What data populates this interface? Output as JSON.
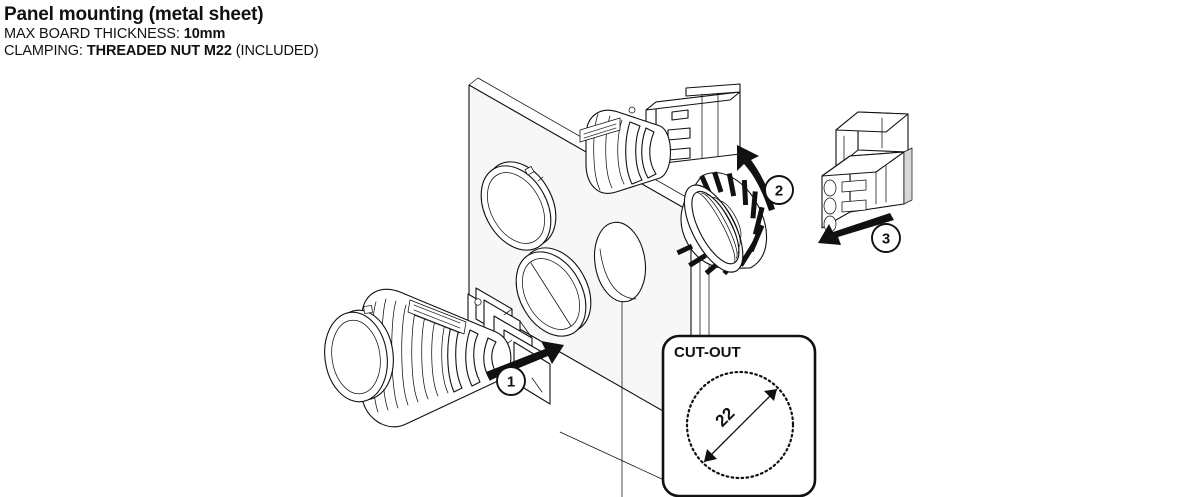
{
  "header": {
    "title": "Panel mounting (metal sheet)",
    "specs": [
      {
        "label": "MAX BOARD THICKNESS:",
        "value": "10mm",
        "suffix": ""
      },
      {
        "label": "CLAMPING:",
        "value": "THREADED NUT M22",
        "suffix": "(INCLUDED)"
      }
    ]
  },
  "diagram": {
    "type": "exploded-assembly-line-art",
    "steps": [
      {
        "number": "1",
        "action": "insert-pushbutton-through-panel-cutout",
        "arrow": "straight-up-right"
      },
      {
        "number": "2",
        "action": "screw-on-threaded-nut-m22",
        "arrow": "curved-up-left"
      },
      {
        "number": "3",
        "action": "plug-in-connector",
        "arrow": "straight-down-left"
      }
    ],
    "parts": [
      "pushbutton-m22",
      "metal-sheet-panel",
      "bezel-ring-upper",
      "bezel-ring-lower",
      "panel-cutout-hole",
      "threaded-nut-m22",
      "connector-3-pin"
    ]
  },
  "cutout": {
    "title": "CUT-OUT",
    "diameter": "22",
    "shape": "circle-dashed"
  },
  "colors": {
    "ink": "#111111",
    "paper": "#ffffff",
    "panel_face": "#f7f7f7",
    "hatch": "#111111"
  }
}
